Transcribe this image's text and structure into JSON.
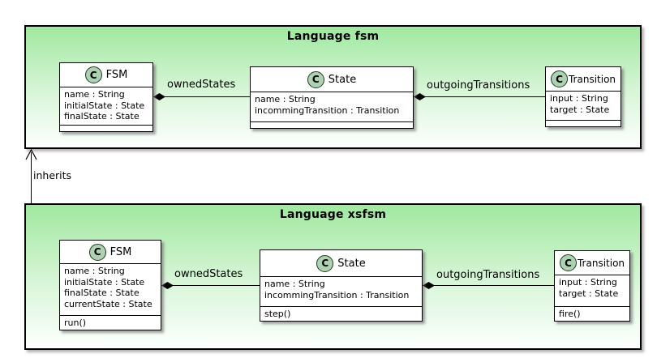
{
  "diagram_type": "uml-class-diagram",
  "colors": {
    "package_gradient_top": "#a0e8a0",
    "package_gradient_bottom": "#ffffff",
    "class_fill": "#ffffff",
    "class_circle_fill": "#add1b2",
    "line_color": "#000000"
  },
  "inheritance": {
    "label": "inherits"
  },
  "packages": [
    {
      "title": "Language fsm",
      "classes": [
        {
          "stereotype": "C",
          "name": "FSM",
          "attributes": [
            "name : String",
            "initialState : State",
            "finalState : State"
          ],
          "methods": []
        },
        {
          "stereotype": "C",
          "name": "State",
          "attributes": [
            "name : String",
            "incommingTransition : Transition"
          ],
          "methods": []
        },
        {
          "stereotype": "C",
          "name": "Transition",
          "attributes": [
            "input : String",
            "target : State"
          ],
          "methods": []
        }
      ],
      "relations": [
        {
          "label": "ownedStates",
          "type": "composition",
          "from": "FSM",
          "to": "State"
        },
        {
          "label": "outgoingTransitions",
          "type": "composition",
          "from": "State",
          "to": "Transition"
        }
      ]
    },
    {
      "title": "Language xsfsm",
      "classes": [
        {
          "stereotype": "C",
          "name": "FSM",
          "attributes": [
            "name : String",
            "initialState : State",
            "finalState : State",
            "currentState : State"
          ],
          "methods": [
            "run()"
          ]
        },
        {
          "stereotype": "C",
          "name": "State",
          "attributes": [
            "name : String",
            "incommingTransition : Transition"
          ],
          "methods": [
            "step()"
          ]
        },
        {
          "stereotype": "C",
          "name": "Transition",
          "attributes": [
            "input : String",
            "target : State"
          ],
          "methods": [
            "fire()"
          ]
        }
      ],
      "relations": [
        {
          "label": "ownedStates",
          "type": "composition",
          "from": "FSM",
          "to": "State"
        },
        {
          "label": "outgoingTransitions",
          "type": "composition",
          "from": "State",
          "to": "Transition"
        }
      ]
    }
  ]
}
